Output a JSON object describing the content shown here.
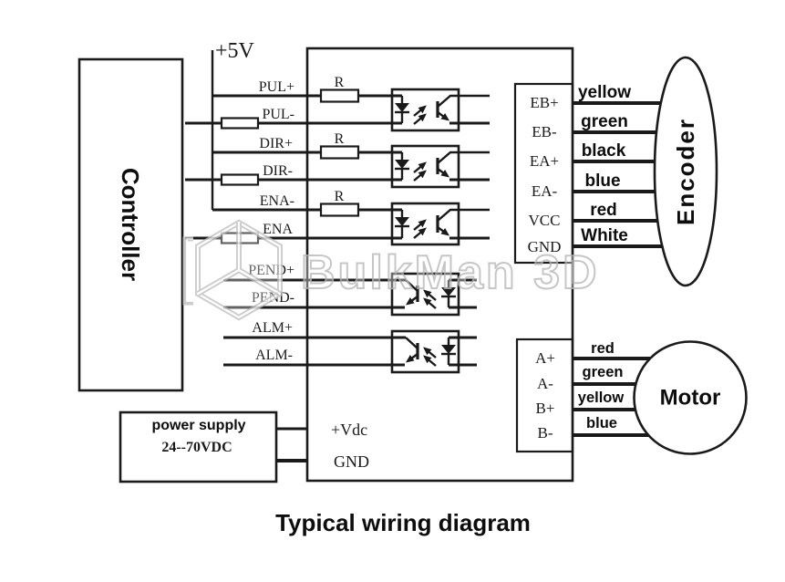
{
  "title": "Typical wiring diagram",
  "watermark": "BulkMan 3D",
  "rail_label": "+5V",
  "controller": {
    "label": "Controller"
  },
  "driver": {
    "signal_labels": [
      "PUL+",
      "PUL-",
      "DIR+",
      "DIR-",
      "ENA-",
      "ENA",
      "PEND+",
      "PEND-",
      "ALM+",
      "ALM-"
    ],
    "resistor_label": "R",
    "power_labels": [
      "+Vdc",
      "GND"
    ]
  },
  "encoder": {
    "label": "Encoder",
    "terminals": [
      "EB+",
      "EB-",
      "EA+",
      "EA-",
      "VCC",
      "GND"
    ],
    "wire_colors": [
      "yellow",
      "green",
      "black",
      "blue",
      "red",
      "White"
    ]
  },
  "motor": {
    "label": "Motor",
    "terminals": [
      "A+",
      "A-",
      "B+",
      "B-"
    ],
    "wire_colors": [
      "red",
      "green",
      "yellow",
      "blue"
    ]
  },
  "power_supply": {
    "label": "power supply",
    "voltage": "24--70VDC"
  },
  "colors": {
    "line": "#1a1a1a",
    "voltage_text": "#d92b25",
    "watermark": "#b9b9b9"
  }
}
